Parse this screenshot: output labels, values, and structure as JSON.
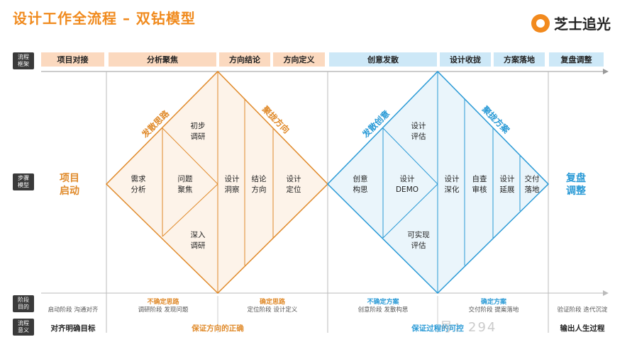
{
  "title": "设计工作全流程 – 双钻模型",
  "brand": {
    "name": "芝士追光",
    "logo_icon": "cheese-logo-icon"
  },
  "row_labels": {
    "framework": "流程\n框架",
    "steps": "步骤\n模型",
    "goal": "阶段\n目的",
    "meaning": "流程\n意义"
  },
  "phases": [
    "项目对接",
    "分析聚焦",
    "方向结论",
    "方向定义",
    "创意发散",
    "设计收拢",
    "方案落地",
    "复盘调整"
  ],
  "side": {
    "start": "项目\n启动",
    "end": "复盘\n调整"
  },
  "diamond1": {
    "left_edge_label": "发散思路",
    "right_edge_label": "聚拢方向",
    "cells": [
      "需求\n分析",
      "初步\n调研",
      "问题\n聚焦",
      "深入\n调研",
      "设计\n洞察",
      "结论\n方向",
      "设计\n定位"
    ]
  },
  "diamond2": {
    "left_edge_label": "发散创意",
    "right_edge_label": "聚拢方案",
    "cells": [
      "创意\n构思",
      "设计\n评估",
      "设计\nDEMO",
      "可实现\n评估",
      "设计\n深化",
      "自查\n审核",
      "设计\n延展",
      "交付\n落地"
    ]
  },
  "goals": {
    "first": {
      "sub": "启动阶段   沟通对齐"
    },
    "g1": {
      "head": "不确定思路",
      "sub": "调研阶段   发现问题"
    },
    "g2": {
      "head": "确定思路",
      "sub": "定位阶段   设计定义"
    },
    "g3": {
      "head": "不确定方案",
      "sub": "创意阶段   发散构思"
    },
    "g4": {
      "head": "确定方案",
      "sub": "交付阶段   提案落地"
    },
    "last": {
      "sub": "验证阶段   迭代沉淀"
    }
  },
  "meaning": {
    "first": "对齐明确目标",
    "m1": "保证方向的正确",
    "m2": "保证过程的可控",
    "last": "输出人生过程"
  },
  "watermark": "号：294",
  "colors": {
    "orange": "#e08a2a",
    "blue": "#2a9ad6",
    "orange_fill": "#fdf3e9",
    "blue_fill": "#eaf5fb"
  }
}
